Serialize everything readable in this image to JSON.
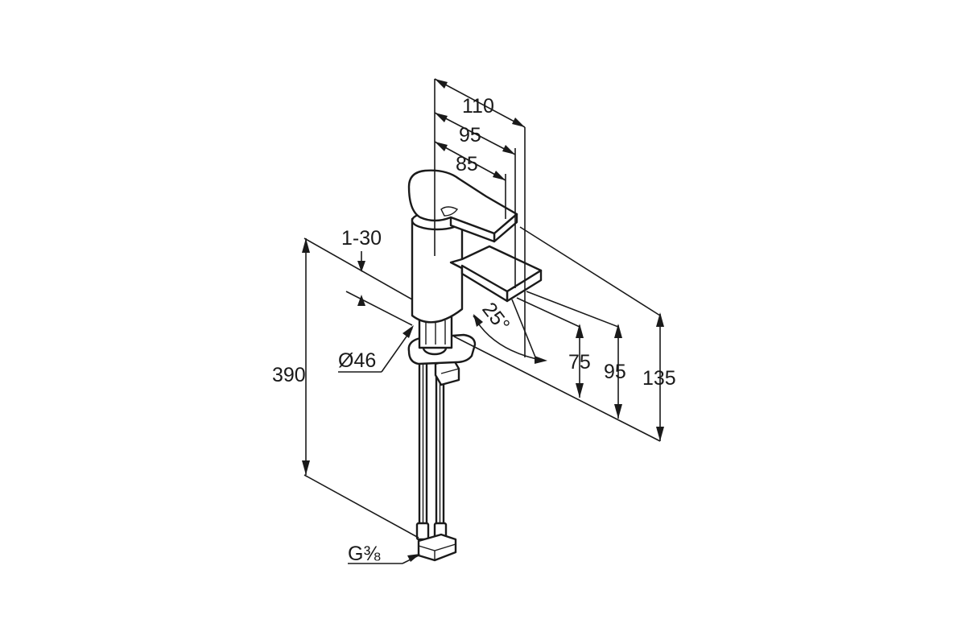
{
  "drawing": {
    "type": "faucet technical dimension drawing",
    "line_color": "#1a1a1a",
    "background": "#ffffff"
  },
  "dimensions": {
    "width_110": "110",
    "width_95": "95",
    "width_85": "85",
    "deck_thickness": "1-30",
    "diameter": "Ø46",
    "total_height": "390",
    "thread": "G⅜",
    "swivel_angle": "25°",
    "height_75": "75",
    "height_95": "95",
    "height_135": "135"
  }
}
